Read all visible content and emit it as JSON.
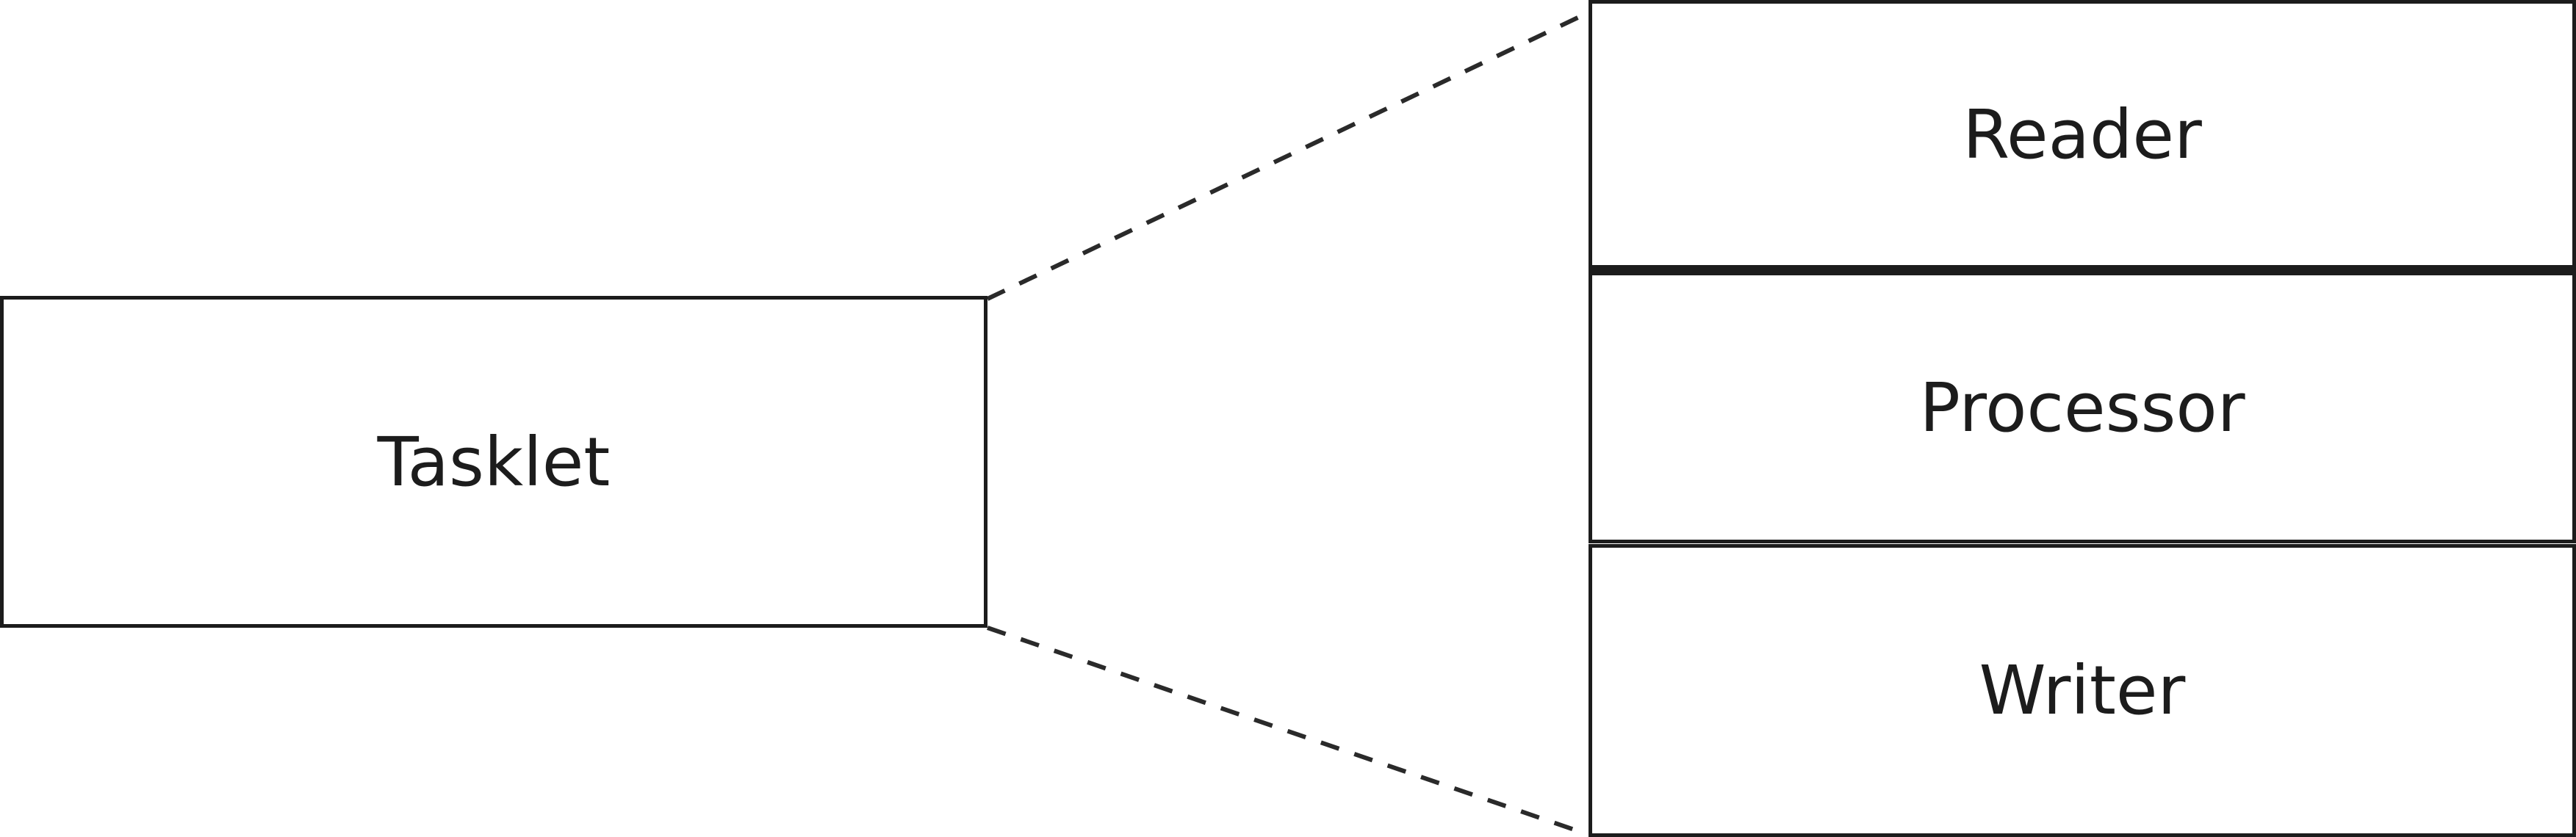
{
  "diagram": {
    "tasklet": {
      "label": "Tasklet"
    },
    "components": [
      {
        "label": "Reader"
      },
      {
        "label": "Processor"
      },
      {
        "label": "Writer"
      }
    ]
  },
  "colors": {
    "stroke": "#1c1c1c",
    "background": "#ffffff"
  }
}
